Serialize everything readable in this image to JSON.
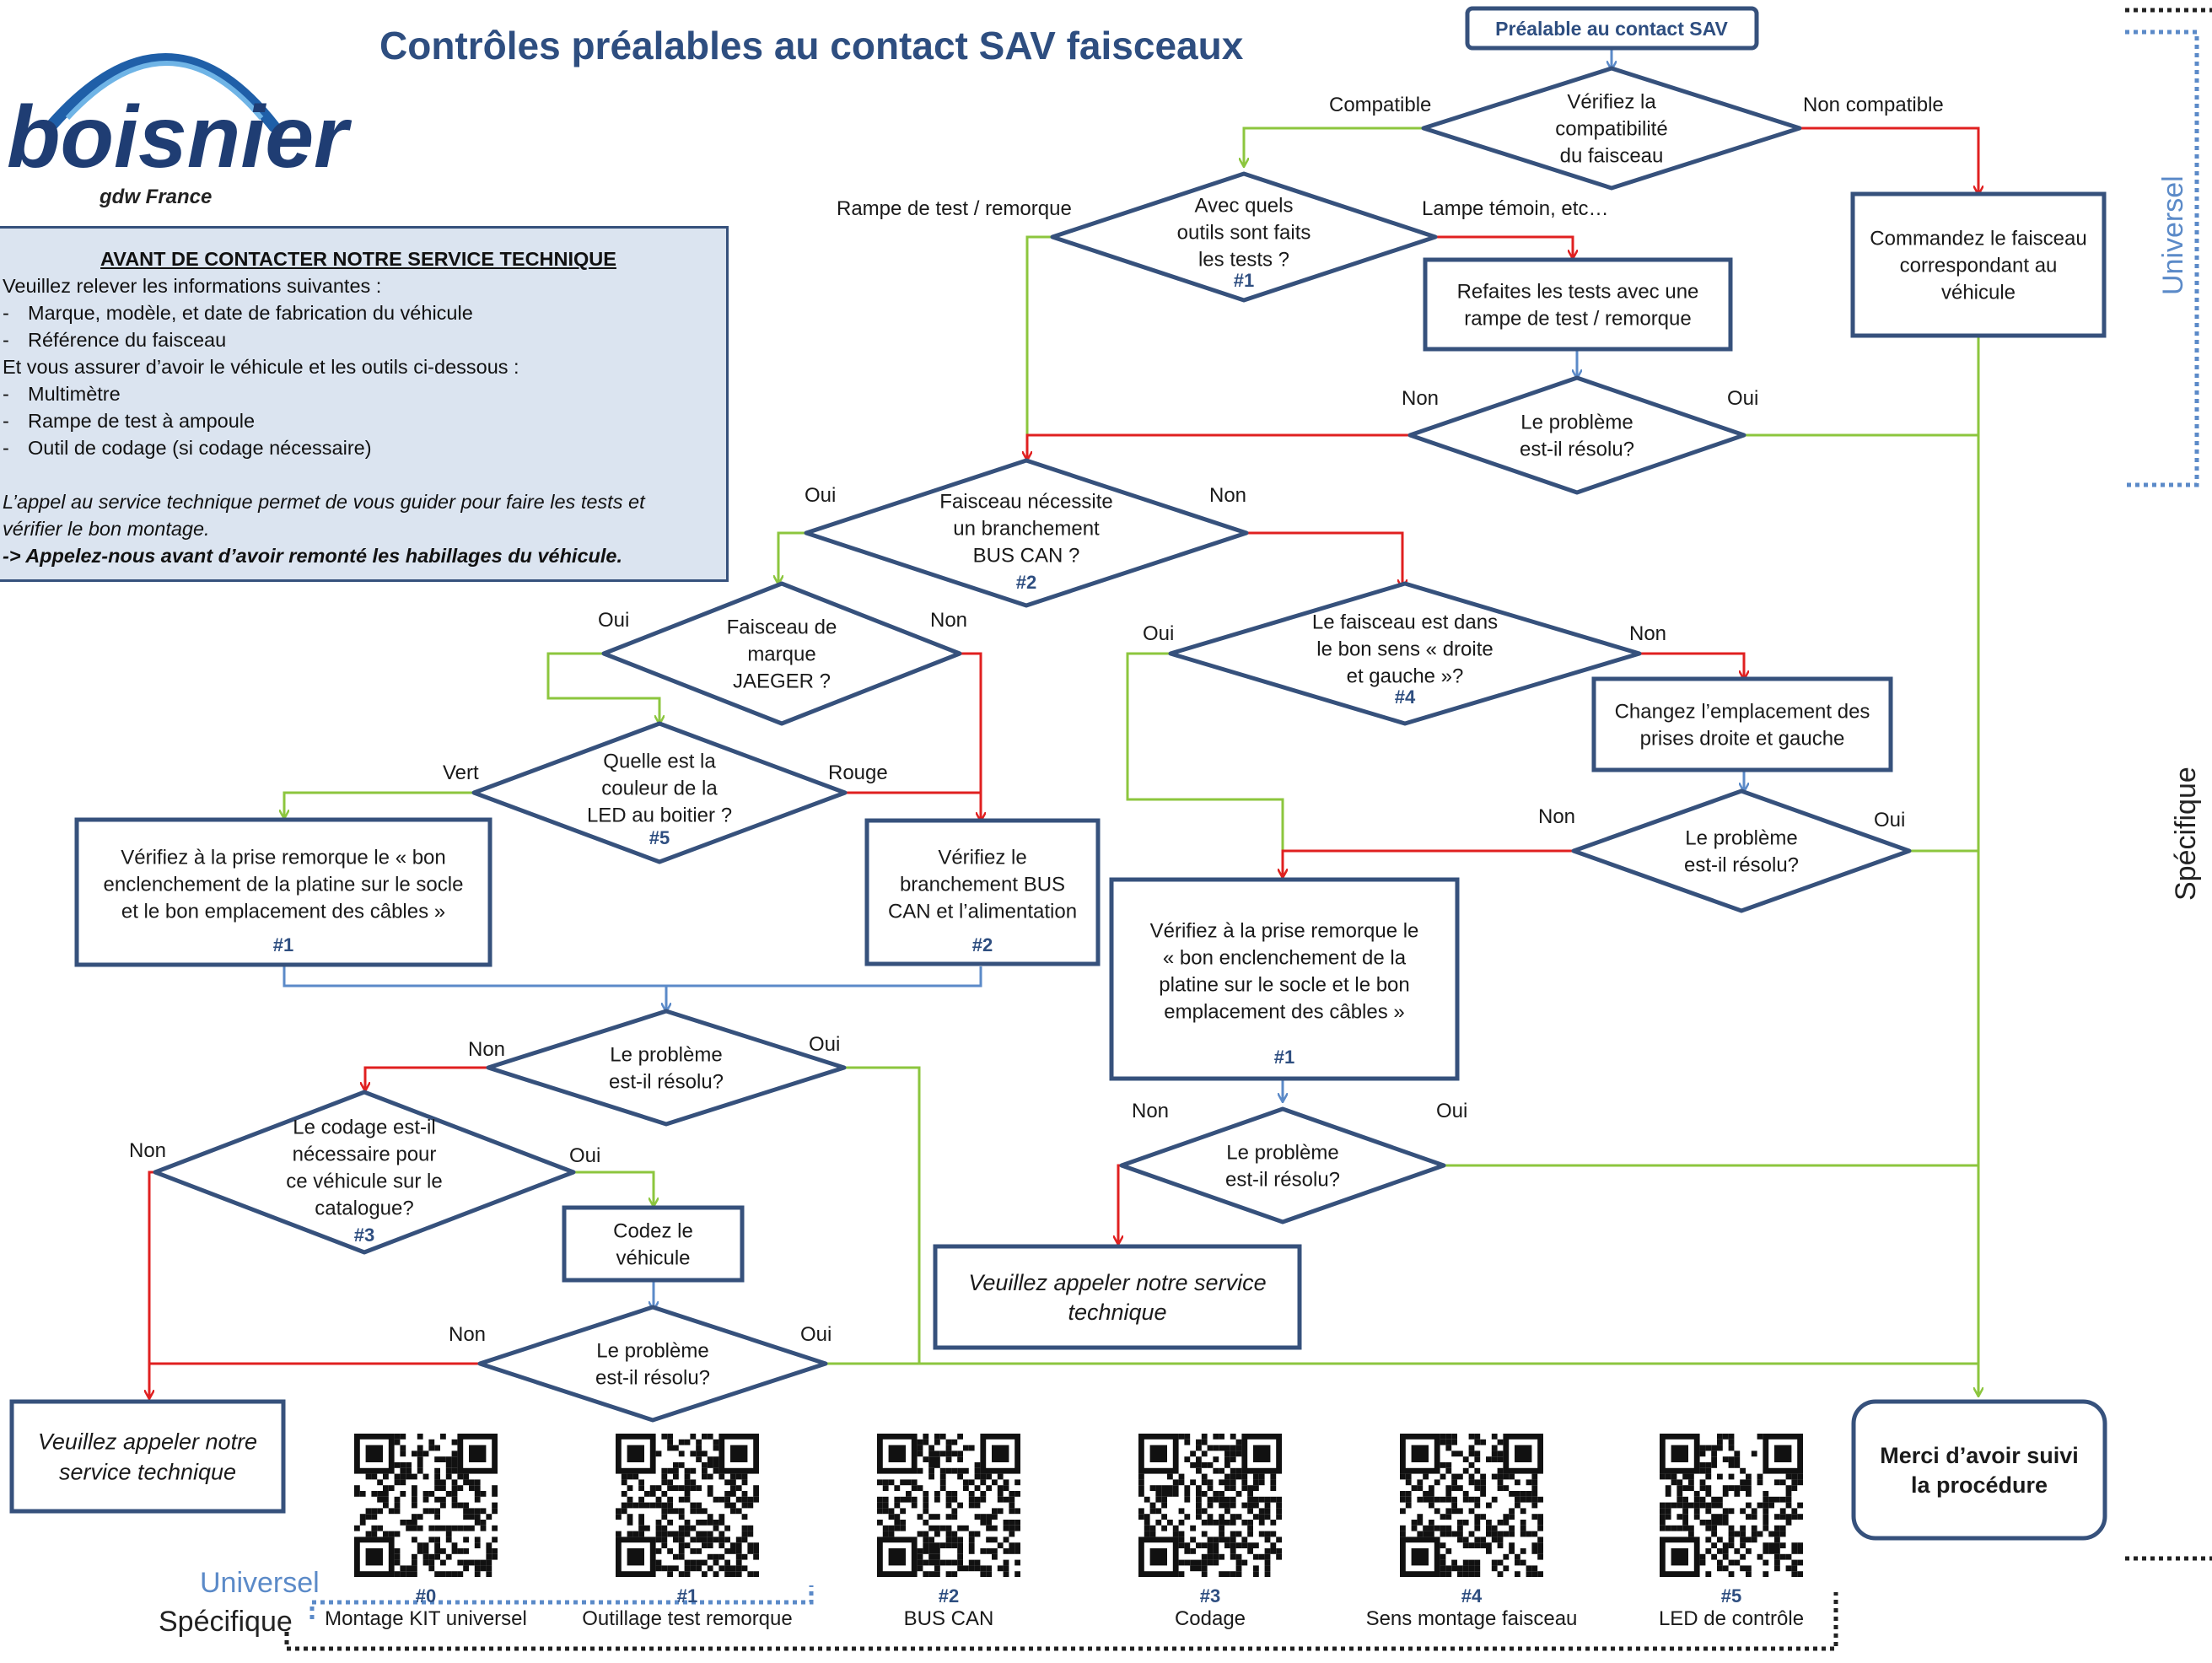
{
  "title": "Contrôles préalables au contact SAV faisceaux",
  "logo": {
    "brand": "boisnier",
    "sub": "gdw France"
  },
  "note": {
    "heading": "AVANT DE CONTACTER NOTRE SERVICE TECHNIQUE",
    "intro": "Veuillez relever les informations suivantes :",
    "list1": [
      "Marque, modèle, et date de fabrication du véhicule",
      "Référence du faisceau"
    ],
    "intro2": "Et vous assurer d’avoir le véhicule et les outils ci-dessous :",
    "list2": [
      "Multimètre",
      "Rampe de test à ampoule",
      "Outil de codage (si codage nécessaire)"
    ],
    "para1": "L’appel au service technique permet de vous guider pour faire les tests et",
    "para2": "vérifier le bon montage.",
    "para3": "-> Appelez-nous avant d’avoir remonté les habillages du véhicule."
  },
  "nodes": {
    "start": "Préalable au contact SAV",
    "d_compat": [
      "Vérifiez la",
      "compatibilité",
      "du faisceau"
    ],
    "b_commandez": [
      "Commandez le faisceau",
      "correspondant au",
      "véhicule"
    ],
    "d_outils": [
      "Avec quels",
      "outils sont faits",
      "les tests ?"
    ],
    "d_outils_tag": "#1",
    "b_refaites": [
      "Refaites les tests avec une",
      "rampe de test / remorque"
    ],
    "d_resolu1": [
      "Le problème",
      "est-il résolu?"
    ],
    "d_buscan": [
      "Faisceau nécessite",
      "un branchement",
      "BUS CAN ?"
    ],
    "d_buscan_tag": "#2",
    "d_jaeger": [
      "Faisceau de",
      "marque",
      "JAEGER ?"
    ],
    "d_sens": [
      "Le faisceau est dans",
      "le bon sens « droite",
      "et gauche »?"
    ],
    "d_sens_tag": "#4",
    "b_changez": [
      "Changez l’emplacement des",
      "prises droite et gauche"
    ],
    "d_led": [
      "Quelle est la",
      "couleur de la",
      "LED au boitier ?"
    ],
    "d_led_tag": "#5",
    "d_resolu2": [
      "Le problème",
      "est-il résolu?"
    ],
    "b_verif_left": [
      "Vérifiez à la prise remorque le « bon",
      "enclenchement de la platine sur le socle",
      "et le bon emplacement des câbles »"
    ],
    "b_verif_left_tag": "#1",
    "b_verif_bus": [
      "Vérifiez le",
      "branchement BUS",
      "CAN et l’alimentation"
    ],
    "b_verif_bus_tag": "#2",
    "b_verif_right": [
      "Vérifiez à la prise remorque le",
      "« bon enclenchement de la",
      "platine sur le socle et le bon",
      "emplacement des câbles »"
    ],
    "b_verif_right_tag": "#1",
    "d_resolu3": [
      "Le problème",
      "est-il résolu?"
    ],
    "d_resolu4": [
      "Le problème",
      "est-il résolu?"
    ],
    "d_codage": [
      "Le codage est-il",
      "nécessaire pour",
      "ce véhicule sur le",
      "catalogue?"
    ],
    "d_codage_tag": "#3",
    "b_codez": [
      "Codez le",
      "véhicule"
    ],
    "d_resolu5": [
      "Le problème",
      "est-il résolu?"
    ],
    "b_appel_right": [
      "Veuillez appeler notre service",
      "technique"
    ],
    "b_appel_left": [
      "Veuillez appeler notre",
      "service technique"
    ],
    "b_merci": [
      "Merci d’avoir suivi",
      "la procédure"
    ]
  },
  "edge_labels": {
    "compatible": "Compatible",
    "non_compatible": "Non compatible",
    "rampe": "Rampe de test / remorque",
    "lampe": "Lampe témoin, etc…",
    "oui": "Oui",
    "non": "Non",
    "vert": "Vert",
    "rouge": "Rouge"
  },
  "qr_codes": [
    {
      "tag": "#0",
      "label": "Montage KIT universel"
    },
    {
      "tag": "#1",
      "label": "Outillage test remorque"
    },
    {
      "tag": "#2",
      "label": "BUS CAN"
    },
    {
      "tag": "#3",
      "label": "Codage"
    },
    {
      "tag": "#4",
      "label": "Sens montage faisceau"
    },
    {
      "tag": "#5",
      "label": "LED de contrôle"
    }
  ],
  "legend": {
    "universel": "Universel",
    "specifique": "Spécifique"
  },
  "colors": {
    "navy": "#36517c",
    "red": "#e02020",
    "green": "#8cc63e",
    "blue": "#5b8ac8",
    "title": "#2e4e80"
  }
}
